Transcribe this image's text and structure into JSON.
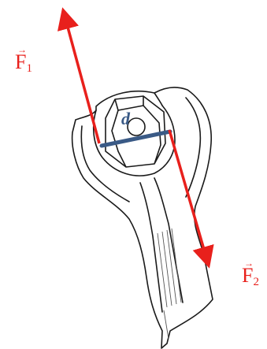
{
  "labels": {
    "force1": {
      "letter": "F",
      "subscript": "1",
      "vector_mark": "→"
    },
    "force2": {
      "letter": "F",
      "subscript": "2",
      "vector_mark": "→"
    },
    "distance": "d"
  },
  "colors": {
    "force": "#e8201c",
    "distance_line": "#3a5a86",
    "outline": "#1a1a1a",
    "hatch": "#555555"
  },
  "icons": {
    "wrench": "wrench-icon",
    "nut": "hex-nut-icon"
  }
}
